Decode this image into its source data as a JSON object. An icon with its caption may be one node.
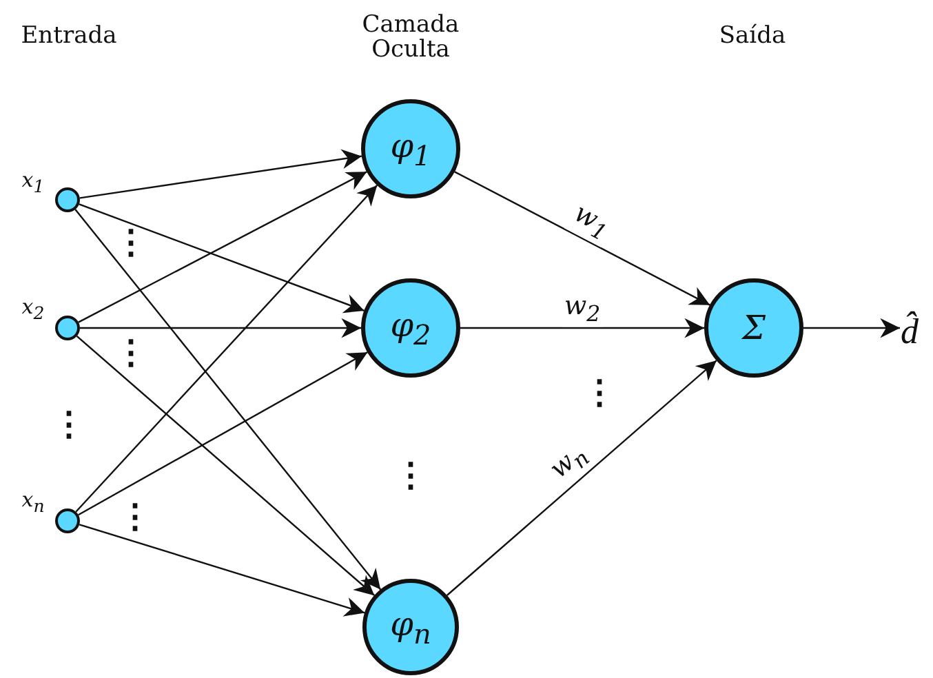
{
  "diagram": {
    "nodes": [
      {
        "text": [],
        "shape": "circle",
        "beside": [
          "x$_{1}$"
        ]
      },
      {
        "text": [],
        "shape": "circle",
        "beside": [
          "x$_{2}$"
        ]
      },
      {
        "text": [],
        "shape": "circle",
        "beside": [
          "x$_{n}$"
        ]
      },
      {
        "text": [
          "φ$_{1}$"
        ]
      },
      {
        "text": [
          "φ$_{2}$"
        ]
      },
      {
        "text": [
          "φ$_{n}$"
        ]
      },
      {
        "text": [
          "Σ"
        ]
      },
      {
        "text": [
          "d̂"
        ]
      }
    ],
    "edges": [
      {
        "from": 0,
        "to": 3,
        "arrow": "to"
      },
      {
        "from": 0,
        "to": 4,
        "arrow": "to"
      },
      {
        "from": 0,
        "to": 5,
        "arrow": "to"
      },
      {
        "from": 1,
        "to": 3,
        "arrow": "to"
      },
      {
        "from": 1,
        "to": 4,
        "arrow": "to"
      },
      {
        "from": 1,
        "to": 5,
        "arrow": "to"
      },
      {
        "from": 2,
        "to": 3,
        "arrow": "to"
      },
      {
        "from": 2,
        "to": 4,
        "arrow": "to"
      },
      {
        "from": 2,
        "to": 5,
        "arrow": "to"
      },
      {
        "from": 3,
        "to": 6,
        "arrow": "to",
        "label": "w$_{1}$"
      },
      {
        "from": 4,
        "to": 6,
        "arrow": "to",
        "label": "w$_{2}$"
      },
      {
        "from": 5,
        "to": 6,
        "arrow": "to",
        "label": "w$_{n}$"
      },
      {
        "from": 6,
        "to": 7,
        "arrow": "to"
      }
    ],
    "labels": [
      "Entrada",
      "Camada Oculta",
      "Saída",
      "⋮",
      "⋮",
      "⋮",
      "⋮",
      "⋮",
      "⋮"
    ]
  }
}
